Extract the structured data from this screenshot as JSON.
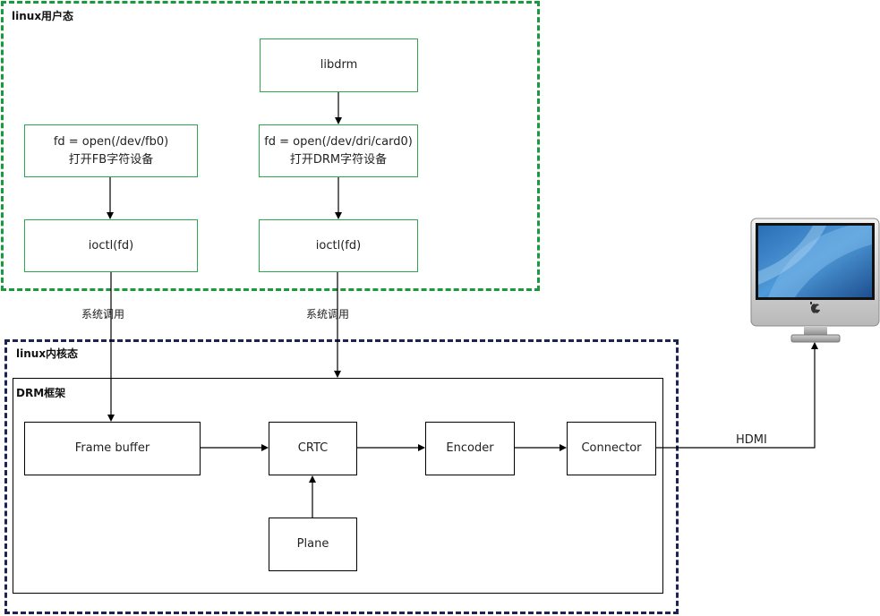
{
  "regions": {
    "user_space": {
      "title": "linux用户态"
    },
    "kernel_space": {
      "title": "linux内核态"
    },
    "drm_framework": {
      "title": "DRM框架"
    }
  },
  "user_boxes": {
    "libdrm": {
      "label": "libdrm"
    },
    "open_fb": {
      "line1": "fd = open(/dev/fb0)",
      "line2": "打开FB字符设备"
    },
    "open_dri": {
      "line1": "fd = open(/dev/dri/card0)",
      "line2": "打开DRM字符设备"
    },
    "ioctl_fb": {
      "label": "ioctl(fd)"
    },
    "ioctl_drm": {
      "label": "ioctl(fd)"
    }
  },
  "syscall_labels": {
    "left": "系统调用",
    "right": "系统调用"
  },
  "drm_boxes": {
    "frame_buffer": {
      "label": "Frame buffer"
    },
    "crtc": {
      "label": "CRTC"
    },
    "encoder": {
      "label": "Encoder"
    },
    "connector": {
      "label": "Connector"
    },
    "plane": {
      "label": "Plane"
    }
  },
  "hdmi_label": "HDMI",
  "monitor": {
    "icon": "monitor-icon"
  },
  "colors": {
    "user_border": "#1a9a3e",
    "kernel_border": "#1c2456",
    "box_green": "#2aa84a"
  }
}
